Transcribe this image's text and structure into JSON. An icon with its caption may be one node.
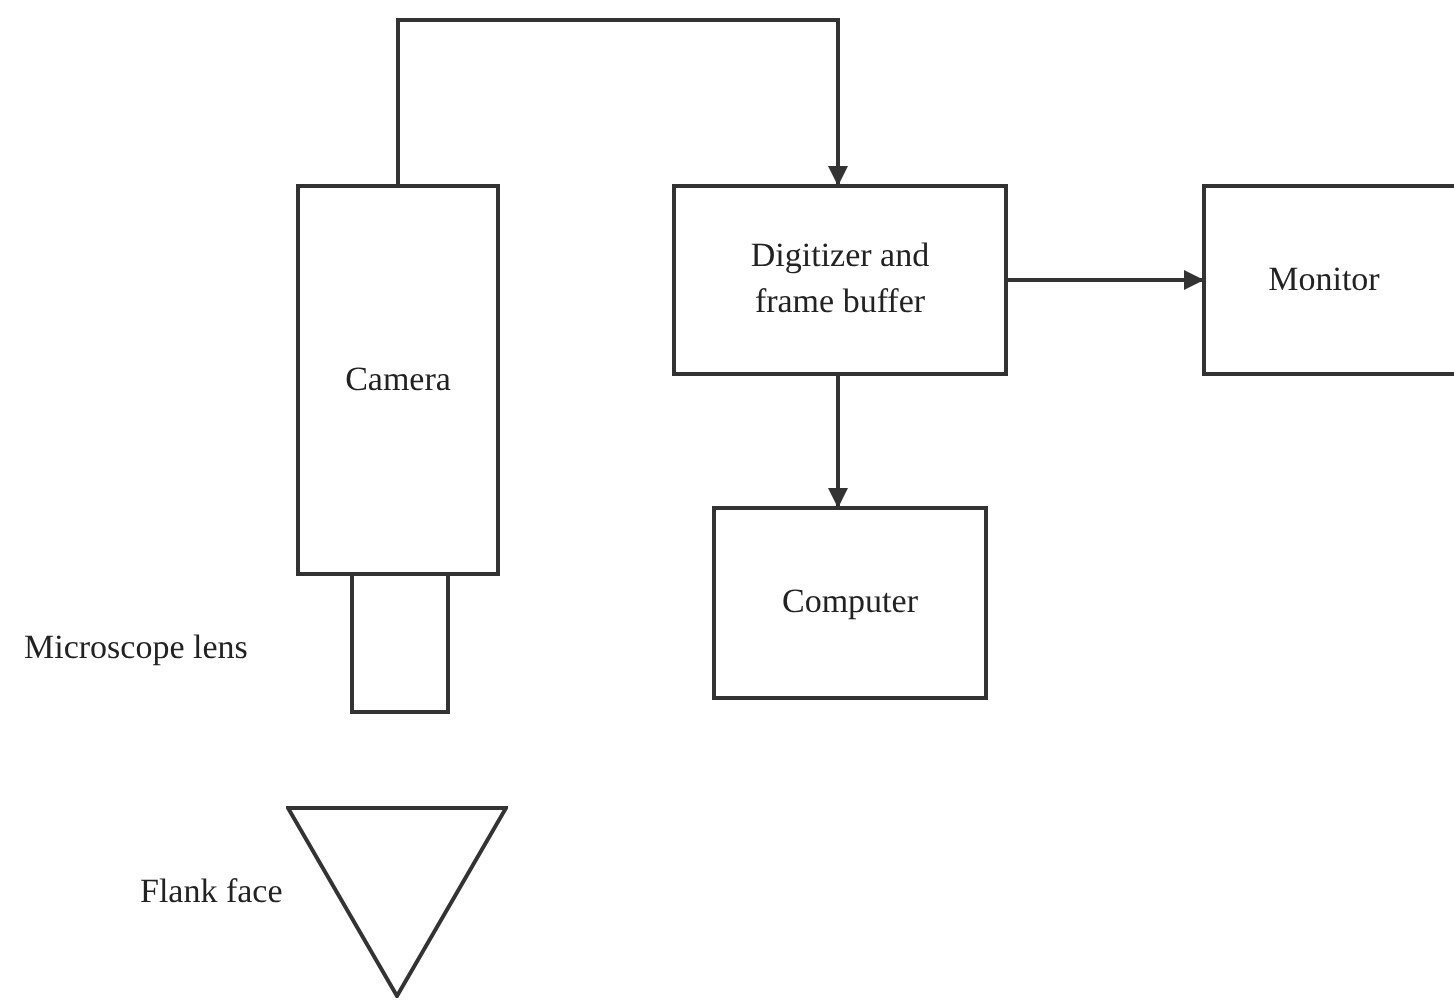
{
  "diagram": {
    "nodes": [
      {
        "text": [
          "Camera"
        ]
      },
      {
        "text": [],
        "shape": "box",
        "beside": [
          "Microscope lens"
        ]
      },
      {
        "text": [],
        "shape": "triangle",
        "beside": [
          "Flank face"
        ]
      },
      {
        "text": [
          "Digitizer and frame buffer"
        ]
      },
      {
        "text": [
          "Monitor"
        ]
      },
      {
        "text": [
          "Computer"
        ]
      }
    ],
    "edges": [
      {
        "from": 0,
        "to": 3,
        "arrow": "to"
      },
      {
        "from": 3,
        "to": 4,
        "arrow": "to"
      },
      {
        "from": 3,
        "to": 5,
        "arrow": "to"
      }
    ]
  }
}
